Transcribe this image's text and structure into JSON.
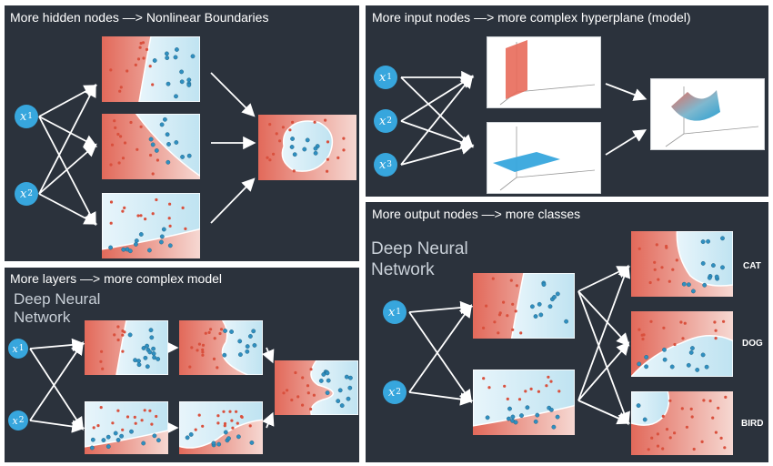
{
  "panels": {
    "hidden": {
      "title": "More hidden nodes —> Nonlinear Boundaries"
    },
    "input": {
      "title": "More input nodes —> more complex hyperplane (model)"
    },
    "layers": {
      "title": "More layers —> more complex model",
      "subtitle_line1": "Deep Neural",
      "subtitle_line2": "Network"
    },
    "output": {
      "title": "More output nodes —> more classes",
      "subtitle_line1": "Deep Neural",
      "subtitle_line2": "Network"
    }
  },
  "nodes": {
    "x1": "x",
    "x2": "x",
    "x3": "x",
    "sub1": "1",
    "sub2": "2",
    "sub3": "3"
  },
  "classes": {
    "cat": "CAT",
    "dog": "DOG",
    "bird": "BIRD"
  },
  "colors": {
    "panel": "#2b323c",
    "node": "#37a6dd",
    "red_region": "#e2695a",
    "blue_region": "#bfe3f1",
    "red_dot": "#d9503d",
    "blue_dot": "#2f8fc0"
  }
}
